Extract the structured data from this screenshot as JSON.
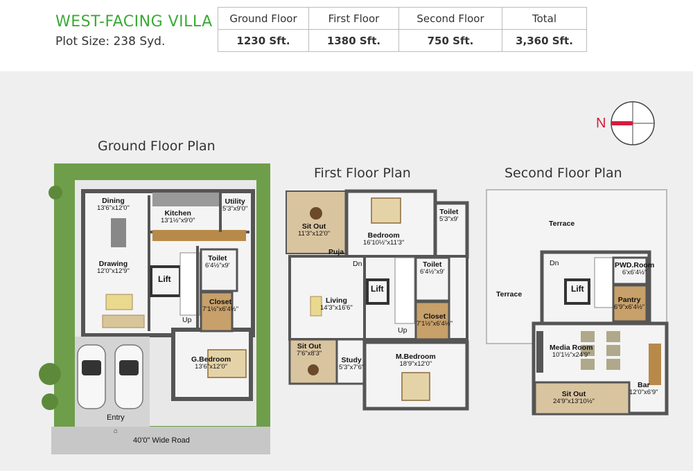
{
  "header": {
    "title": "WEST-FACING VILLA",
    "plot_size": "Plot Size: 238 Syd.",
    "area_table": {
      "headers": [
        "Ground Floor",
        "First Floor",
        "Second Floor",
        "Total"
      ],
      "values": [
        "1230 Sft.",
        "1380 Sft.",
        "750 Sft.",
        "3,360 Sft."
      ]
    }
  },
  "compass": {
    "label": "N",
    "color": "#d81b3c"
  },
  "colors": {
    "title_green": "#3aaa35",
    "lawn": "#6e9e4a",
    "wall": "#555555",
    "floor": "#f4f4f4",
    "deck": "#d9c4a0"
  },
  "ground": {
    "title": "Ground Floor Plan",
    "road": "40'0\" Wide Road",
    "entry": "Entry",
    "rooms": [
      {
        "name": "Dining",
        "dim": "13'6\"x12'0\""
      },
      {
        "name": "Kitchen",
        "dim": "13'1½\"x9'0\""
      },
      {
        "name": "Utility",
        "dim": "5'3\"x9'0\""
      },
      {
        "name": "Drawing",
        "dim": "12'0\"x12'9\""
      },
      {
        "name": "Toilet",
        "dim": "6'4½\"x9'"
      },
      {
        "name": "Lift",
        "dim": ""
      },
      {
        "name": "Closet",
        "dim": "7'1½\"x6'4½\""
      },
      {
        "name": "G.Bedroom",
        "dim": "13'6\"x12'0\""
      },
      {
        "name": "Up",
        "dim": ""
      }
    ]
  },
  "first": {
    "title": "First Floor Plan",
    "rooms": [
      {
        "name": "Sit Out",
        "dim": "11'3\"x12'0\""
      },
      {
        "name": "Bedroom",
        "dim": "16'10½\"x11'3\""
      },
      {
        "name": "Toilet",
        "dim": "5'3\"x9'"
      },
      {
        "name": "Puja",
        "dim": ""
      },
      {
        "name": "Dn",
        "dim": ""
      },
      {
        "name": "Toilet",
        "dim": "6'4½\"x9'"
      },
      {
        "name": "Living",
        "dim": "14'3\"x16'6\""
      },
      {
        "name": "Lift",
        "dim": ""
      },
      {
        "name": "Closet",
        "dim": "7'1½\"x6'4½\""
      },
      {
        "name": "Sit Out",
        "dim": "7'6\"x8'3\""
      },
      {
        "name": "Up",
        "dim": ""
      },
      {
        "name": "M.Bedroom",
        "dim": "18'9\"x12'0\""
      },
      {
        "name": "Study",
        "dim": "5'3\"x7'6\""
      }
    ]
  },
  "second": {
    "title": "Second Floor Plan",
    "rooms": [
      {
        "name": "Terrace",
        "dim": ""
      },
      {
        "name": "Dn",
        "dim": ""
      },
      {
        "name": "PWD.Room",
        "dim": "6'x6'4½\""
      },
      {
        "name": "Terrace",
        "dim": ""
      },
      {
        "name": "Lift",
        "dim": ""
      },
      {
        "name": "Pantry",
        "dim": "6'9\"x6'4½\""
      },
      {
        "name": "Media Room",
        "dim": "10'1½\"x24'9\""
      },
      {
        "name": "Sit Out",
        "dim": "24'9\"x13'10½\""
      },
      {
        "name": "Bar",
        "dim": "12'0\"x6'9\""
      }
    ]
  }
}
